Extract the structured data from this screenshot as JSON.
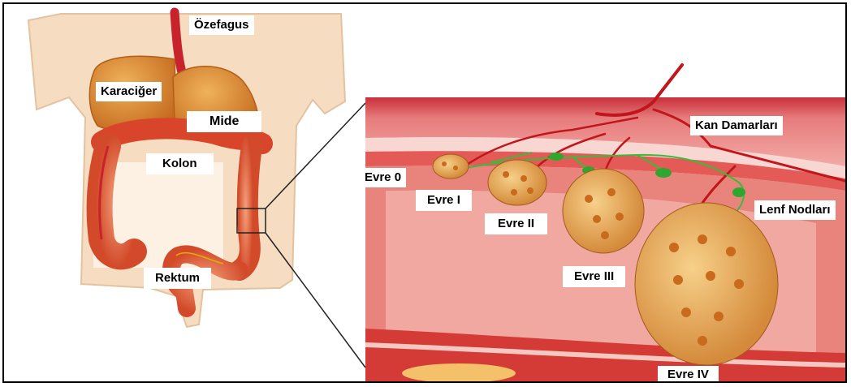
{
  "labels": {
    "esophagus": "Özefagus",
    "liver": "Karaciğer",
    "stomach": "Mide",
    "colon": "Kolon",
    "rectum": "Rektum",
    "blood_vessels": "Kan Damarları",
    "lymph_nodes": "Lenf Nodları",
    "stage0": "Evre 0",
    "stage1": "Evre I",
    "stage2": "Evre II",
    "stage3": "Evre III",
    "stage4": "Evre IV"
  }
}
